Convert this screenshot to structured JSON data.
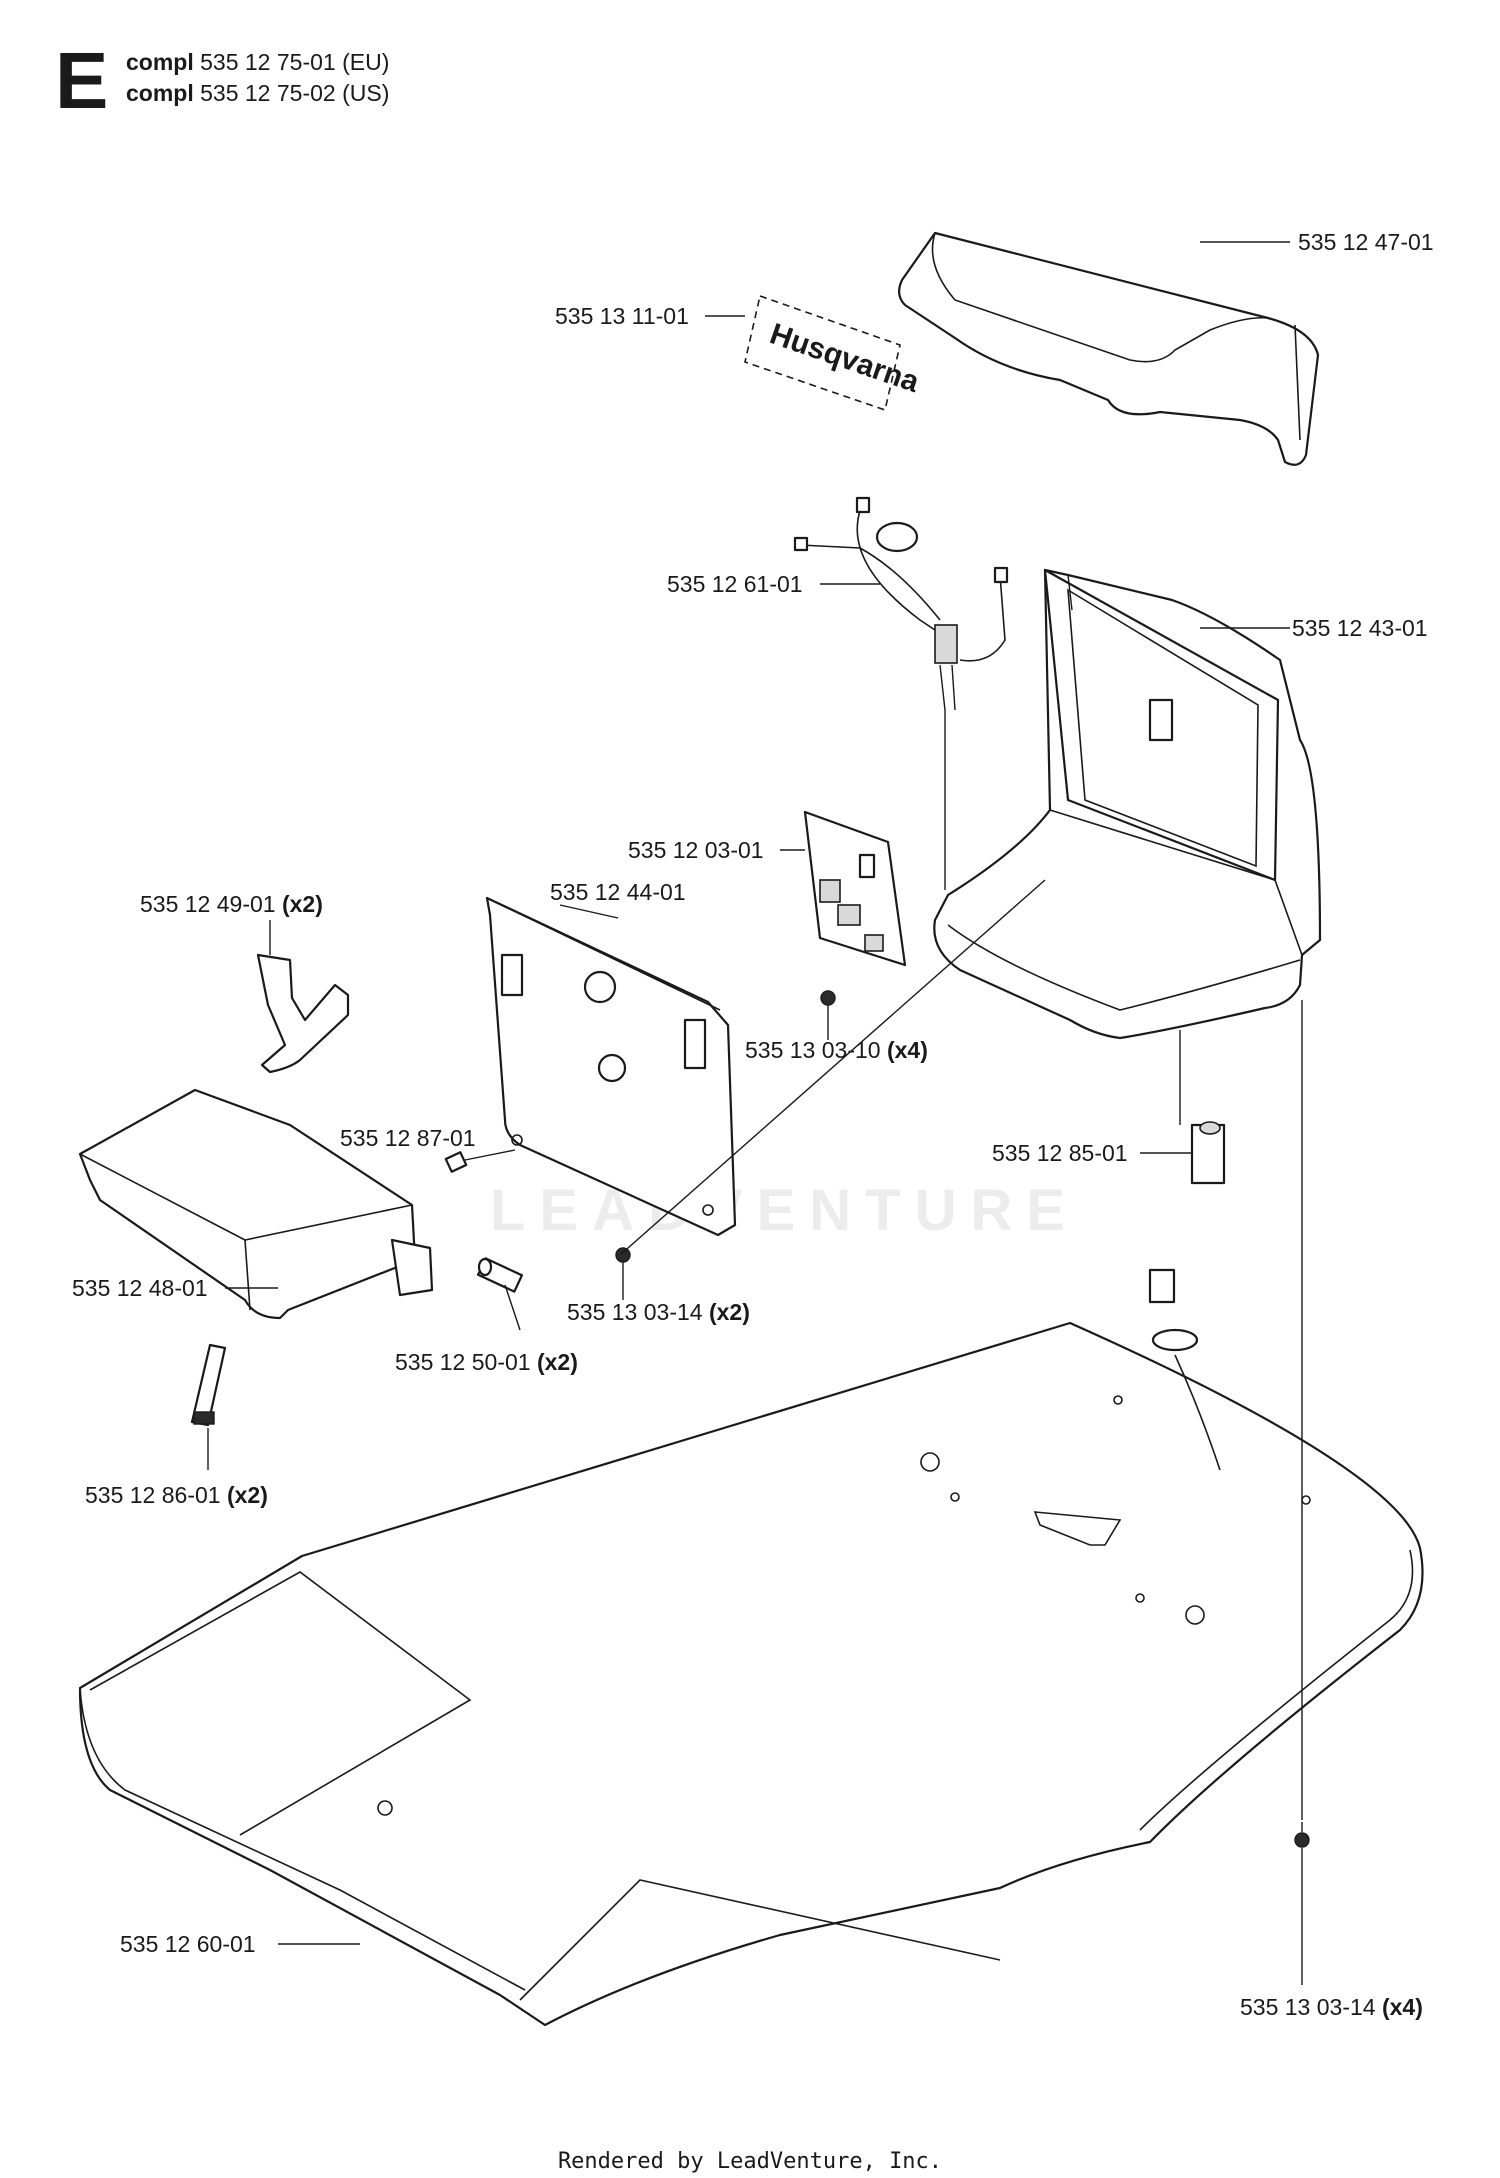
{
  "header": {
    "section_letter": "E",
    "compl_word": "compl",
    "assemblies": [
      {
        "number": "535 12 75-01",
        "region": "(EU)"
      },
      {
        "number": "535 12 75-02",
        "region": "(US)"
      }
    ]
  },
  "parts": [
    {
      "id": "p1",
      "number": "535 12 47-01",
      "qty": ""
    },
    {
      "id": "p2",
      "number": "535 13 11-01",
      "qty": ""
    },
    {
      "id": "p3",
      "number": "535 12 61-01",
      "qty": ""
    },
    {
      "id": "p4",
      "number": "535 12 43-01",
      "qty": ""
    },
    {
      "id": "p5",
      "number": "535 12 03-01",
      "qty": ""
    },
    {
      "id": "p6",
      "number": "535 12 49-01",
      "qty": "(x2)"
    },
    {
      "id": "p7",
      "number": "535 12 44-01",
      "qty": ""
    },
    {
      "id": "p8",
      "number": "535 13 03-10",
      "qty": "(x4)"
    },
    {
      "id": "p9",
      "number": "535 12 87-01",
      "qty": ""
    },
    {
      "id": "p10",
      "number": "535 12 85-01",
      "qty": ""
    },
    {
      "id": "p11",
      "number": "535 12 48-01",
      "qty": ""
    },
    {
      "id": "p12",
      "number": "535 13 03-14",
      "qty": "(x2)"
    },
    {
      "id": "p13",
      "number": "535 12 50-01",
      "qty": "(x2)"
    },
    {
      "id": "p14",
      "number": "535 12 86-01",
      "qty": "(x2)"
    },
    {
      "id": "p15",
      "number": "535 12 60-01",
      "qty": ""
    },
    {
      "id": "p16",
      "number": "535 13 03-14",
      "qty": "(x4)"
    }
  ],
  "decal_text": "Husqvarna",
  "watermark": "LEADVENTURE",
  "footer": "Rendered by LeadVenture, Inc.",
  "colors": {
    "line": "#1a1a1a",
    "background": "#ffffff",
    "watermark": "#ececec"
  }
}
